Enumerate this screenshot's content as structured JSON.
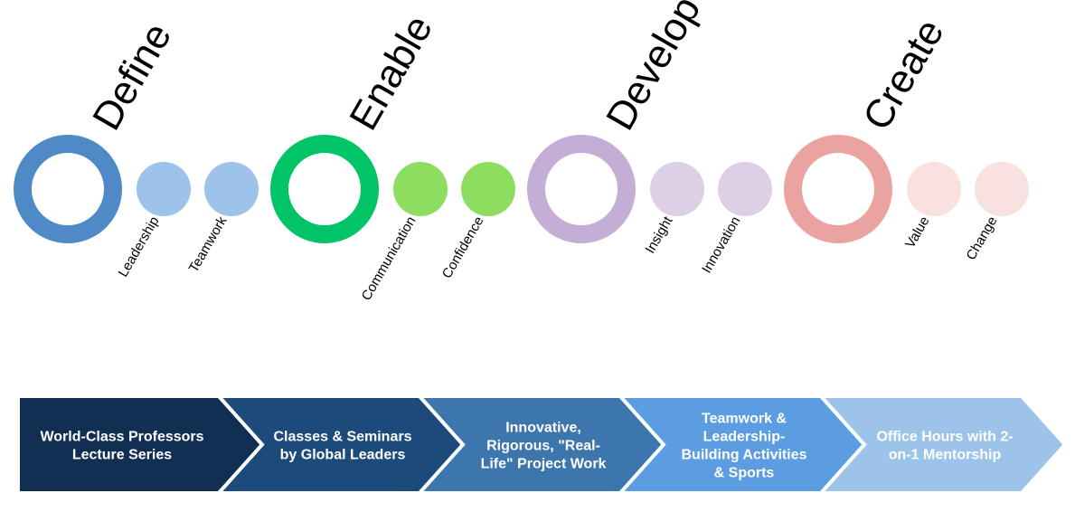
{
  "stages": [
    {
      "title": "Define",
      "ring_color": "#4f89c6",
      "dot_color": "#9dc3ea",
      "items": [
        "Leadership",
        "Teamwork"
      ]
    },
    {
      "title": "Enable",
      "ring_color": "#00c466",
      "dot_color": "#8ddd60",
      "items": [
        "Communication",
        "Confidence"
      ]
    },
    {
      "title": "Develop",
      "ring_color": "#c4aed6",
      "dot_color": "#dccfe6",
      "items": [
        "Insight",
        "Innovation"
      ]
    },
    {
      "title": "Create",
      "ring_color": "#eba3a2",
      "dot_color": "#f9e1e0",
      "items": [
        "Value",
        "Change"
      ]
    }
  ],
  "programs": [
    {
      "lines": [
        "World-Class Professors",
        "Lecture Series"
      ],
      "color": "#102f52"
    },
    {
      "lines": [
        "Classes & Seminars",
        "by Global Leaders"
      ],
      "color": "#1c4a7a"
    },
    {
      "lines": [
        "Innovative,",
        "Rigorous, \"Real-",
        "Life\" Project Work"
      ],
      "color": "#3c76ad"
    },
    {
      "lines": [
        "Teamwork &",
        "Leadership-",
        "Building Activities",
        "& Sports"
      ],
      "color": "#5b9de0"
    },
    {
      "lines": [
        "Office Hours with 2-",
        "on-1 Mentorship"
      ],
      "color": "#9cc4ea"
    }
  ]
}
